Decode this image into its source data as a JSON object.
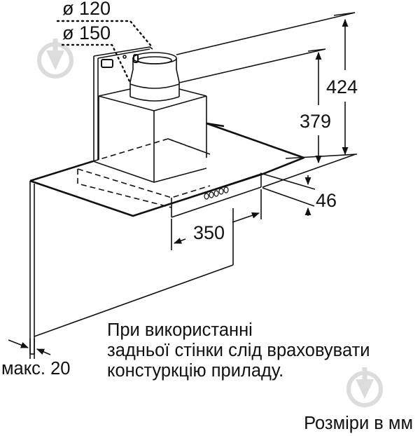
{
  "diagram": {
    "title": "Range hood installation dimensions",
    "dimensions": {
      "duct_diameter_small": "ø 120",
      "duct_diameter_large": "ø 150",
      "height_total": "424",
      "height_chimney": "379",
      "depth_panel": "46",
      "depth_hood": "350",
      "back_panel_max": "макс. 20"
    },
    "note_lines": [
      "При використанні",
      "задньої стінки слід враховувати",
      "констуркцію приладу."
    ],
    "units_label": "Розміри в мм",
    "colors": {
      "line": "#111111",
      "watermark": "#d9d9d9"
    }
  }
}
